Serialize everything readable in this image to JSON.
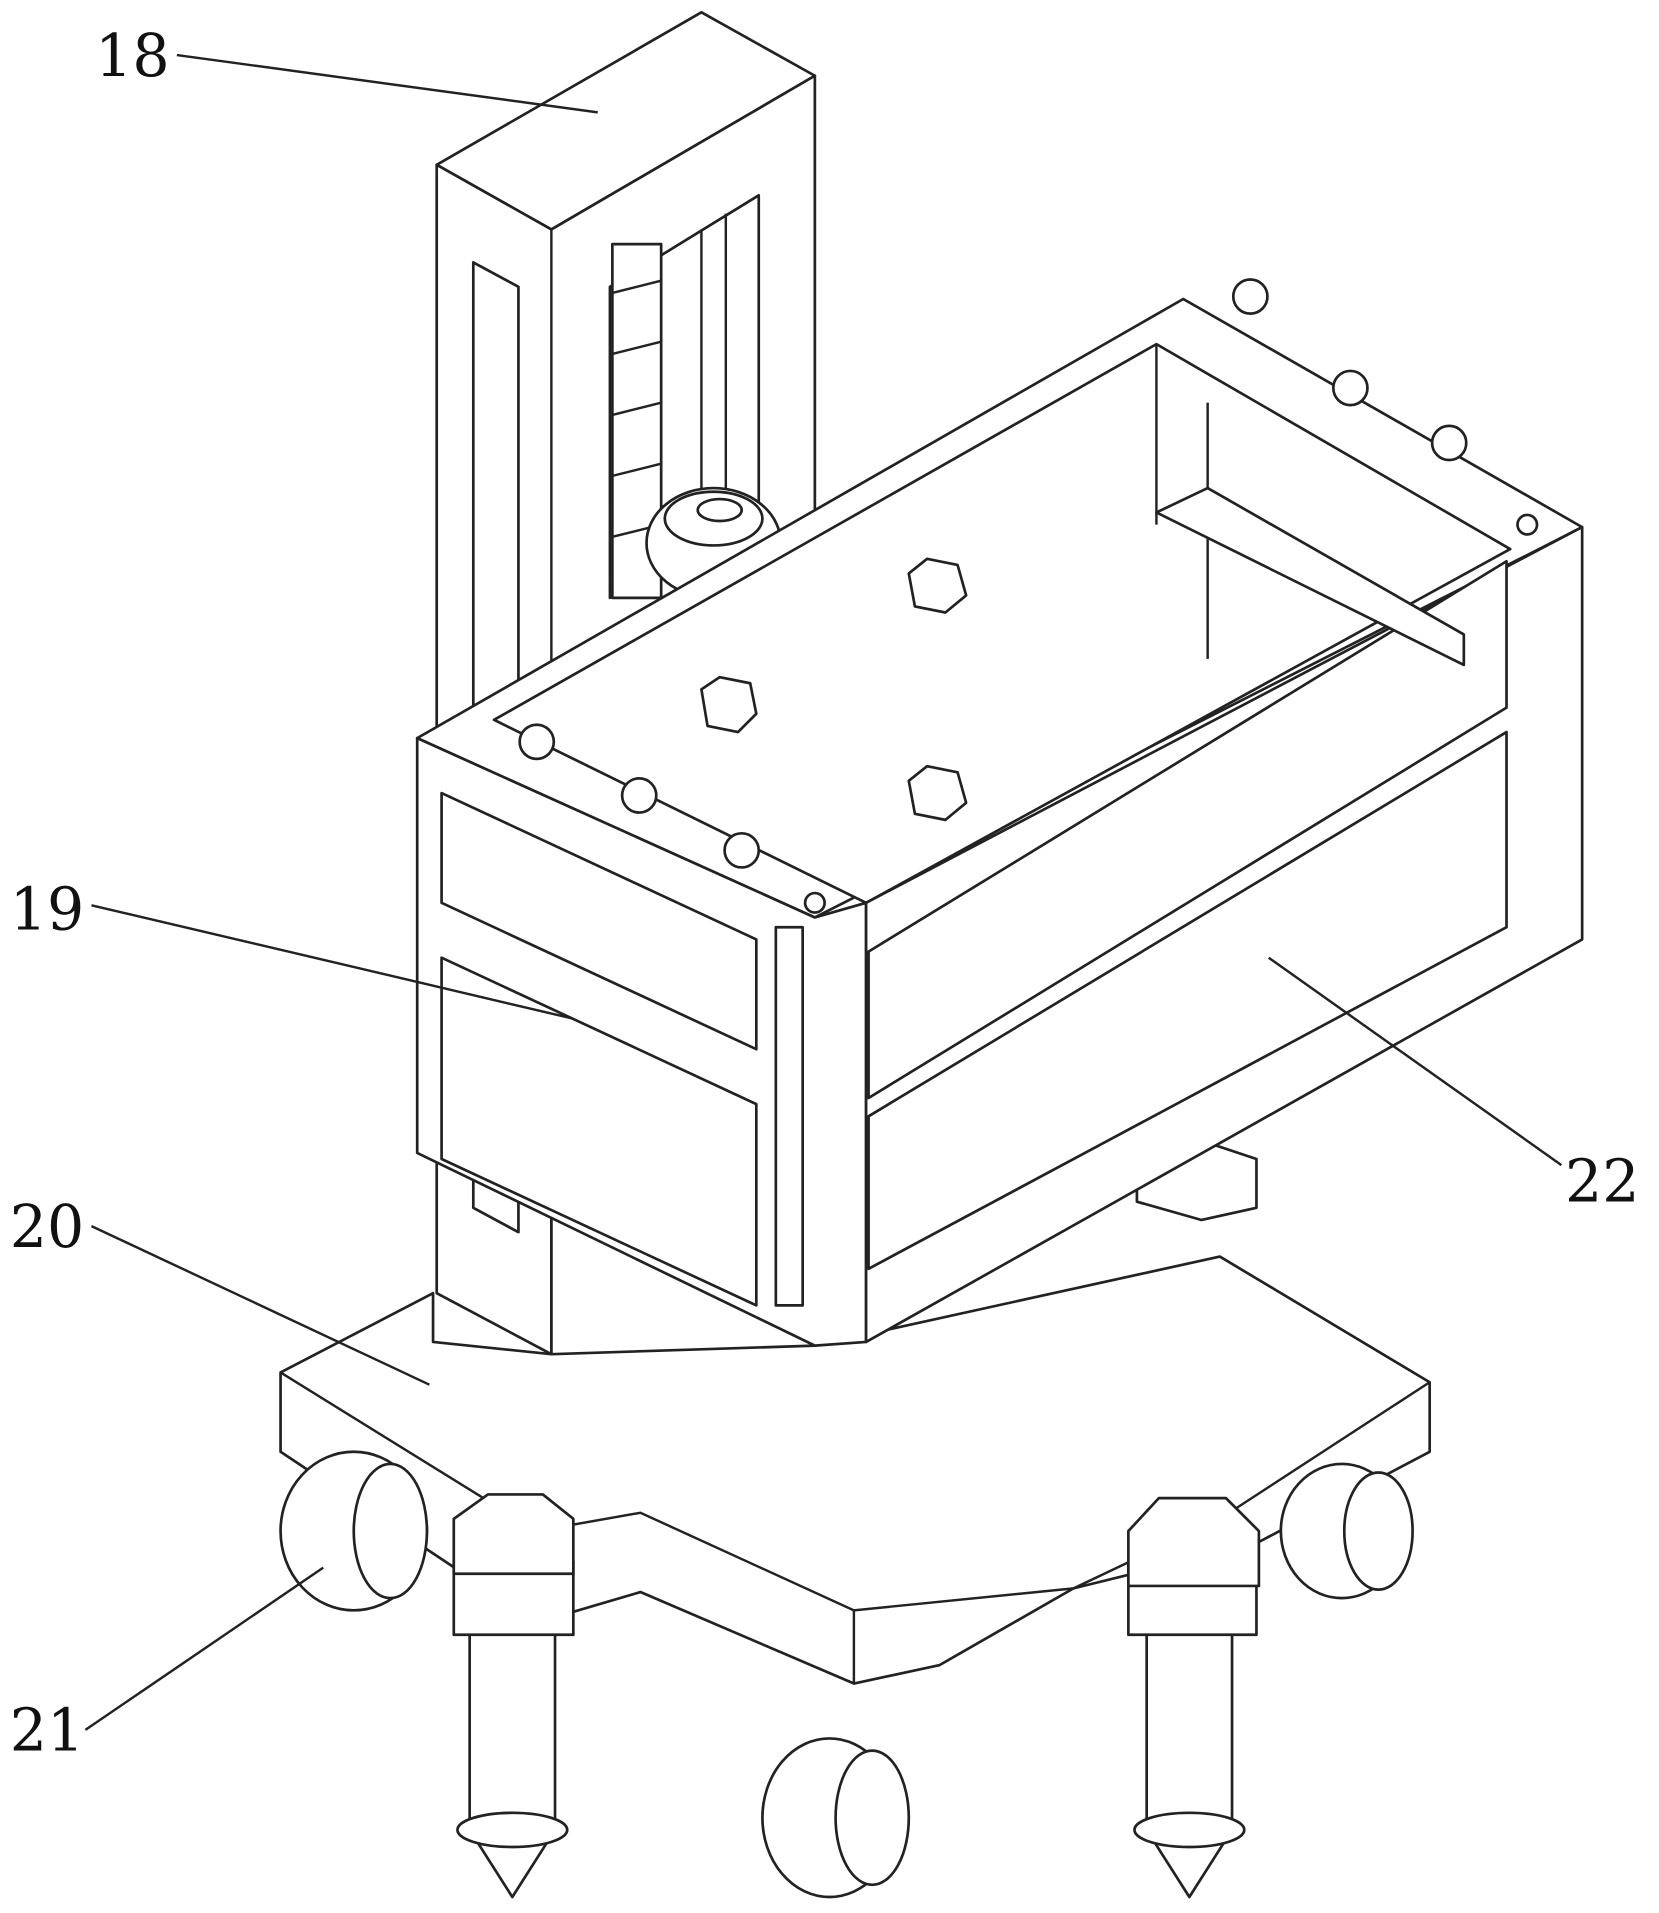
{
  "figure": {
    "labels": [
      {
        "id": "18",
        "text": "18"
      },
      {
        "id": "19",
        "text": "19"
      },
      {
        "id": "20",
        "text": "20"
      },
      {
        "id": "21",
        "text": "21"
      },
      {
        "id": "22",
        "text": "22"
      }
    ]
  }
}
